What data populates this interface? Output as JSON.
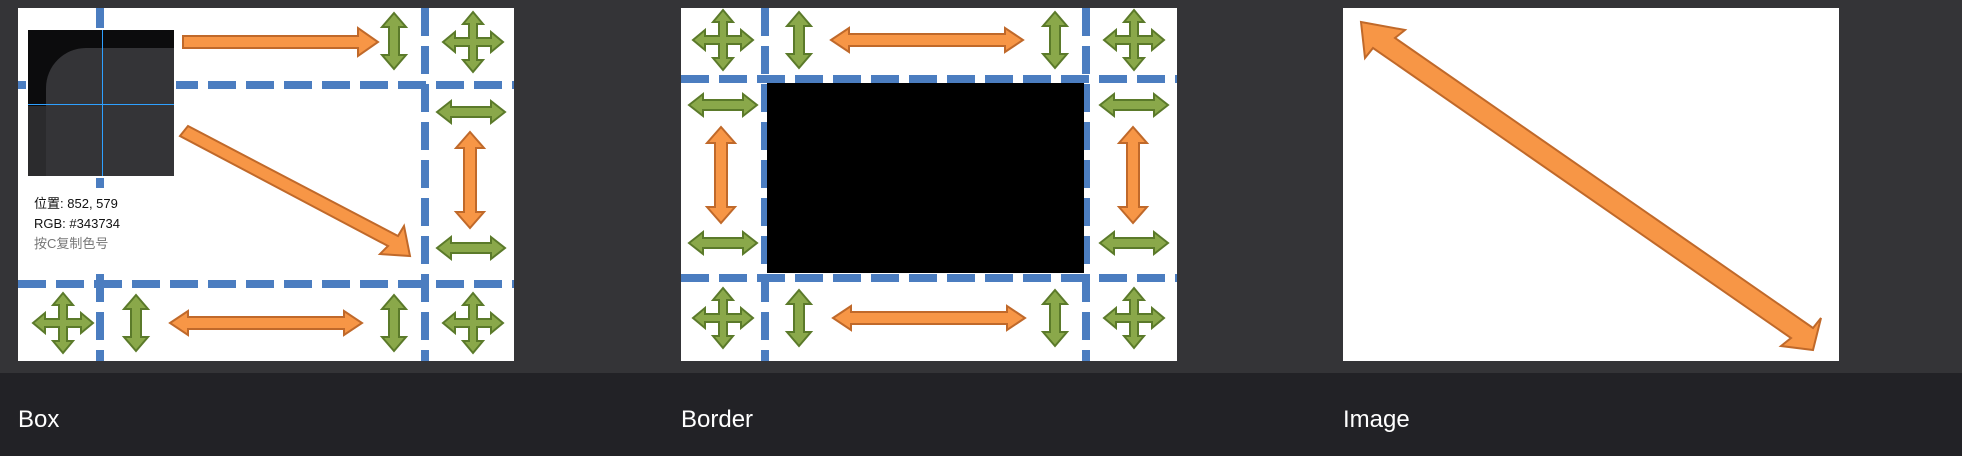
{
  "captions": {
    "box": "Box",
    "border": "Border",
    "image": "Image"
  },
  "picker": {
    "position_label": "位置",
    "position_value": "852, 579",
    "rgb_label": "RGB",
    "rgb_value": "#343734",
    "hint": "按C复制色号"
  },
  "colors": {
    "orange": "#f79646",
    "green": "#8aa84a",
    "blue": "#4b7dc0",
    "background": "#343437"
  }
}
